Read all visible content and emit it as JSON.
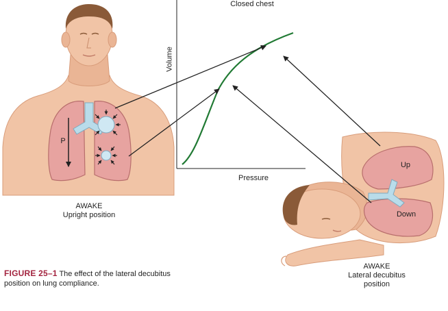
{
  "graph": {
    "title": "Closed chest",
    "xlabel": "Pressure",
    "ylabel": "Volume"
  },
  "upright": {
    "pressure_label": "P",
    "state": "AWAKE",
    "position": "Upright position"
  },
  "lateral": {
    "up_label": "Up",
    "down_label": "Down",
    "state": "AWAKE",
    "position_line1": "Lateral decubitus",
    "position_line2": "position"
  },
  "caption": {
    "figure": "FIGURE 25–1",
    "text_line1": "The effect of the lateral decubitus",
    "text_line2": "position on lung compliance."
  },
  "colors": {
    "curve": "#217a34",
    "skin": "#f1c4a6",
    "skin_shadow": "#d89c7a",
    "lung": "#e7a3a0",
    "lung_edge": "#b86e6c",
    "airway": "#b9dcea",
    "alveoli": "#cfe8f3",
    "hair": "#8a5a38",
    "caption_accent": "#a3243f",
    "arrow": "#222222"
  }
}
